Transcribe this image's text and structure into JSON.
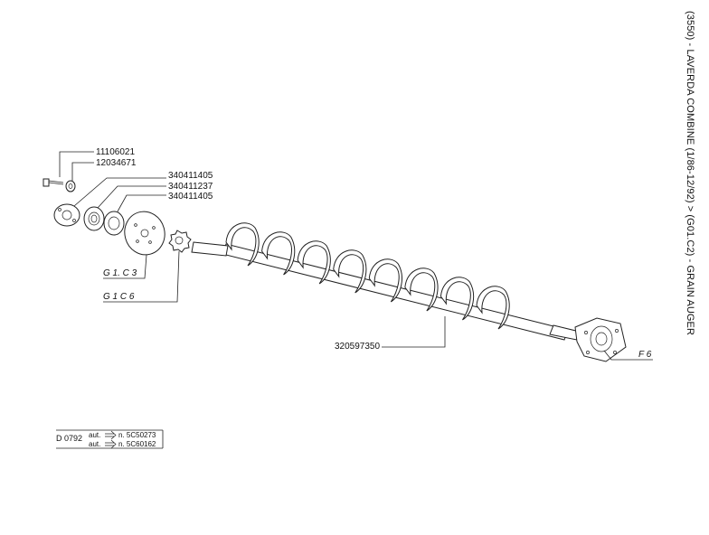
{
  "title": "(3550) - LAVERDA COMBINE (1/86-12/92) > (G01.C2) - GRAIN AUGER",
  "part_labels": {
    "bolt": "11106021",
    "washer": "12034671",
    "seal_outer": "340411405",
    "bearing": "340411237",
    "seal_inner": "340411405",
    "auger": "320597350"
  },
  "references": {
    "disc": "G 1. C 3",
    "star": "G 1 C 6",
    "flange": "F 6"
  },
  "info_box": {
    "code": "D 0792",
    "row1_prefix": "aut.",
    "row1_value": "n. 5C50273",
    "row2_prefix": "aut.",
    "row2_value": "n. 5C60162"
  }
}
